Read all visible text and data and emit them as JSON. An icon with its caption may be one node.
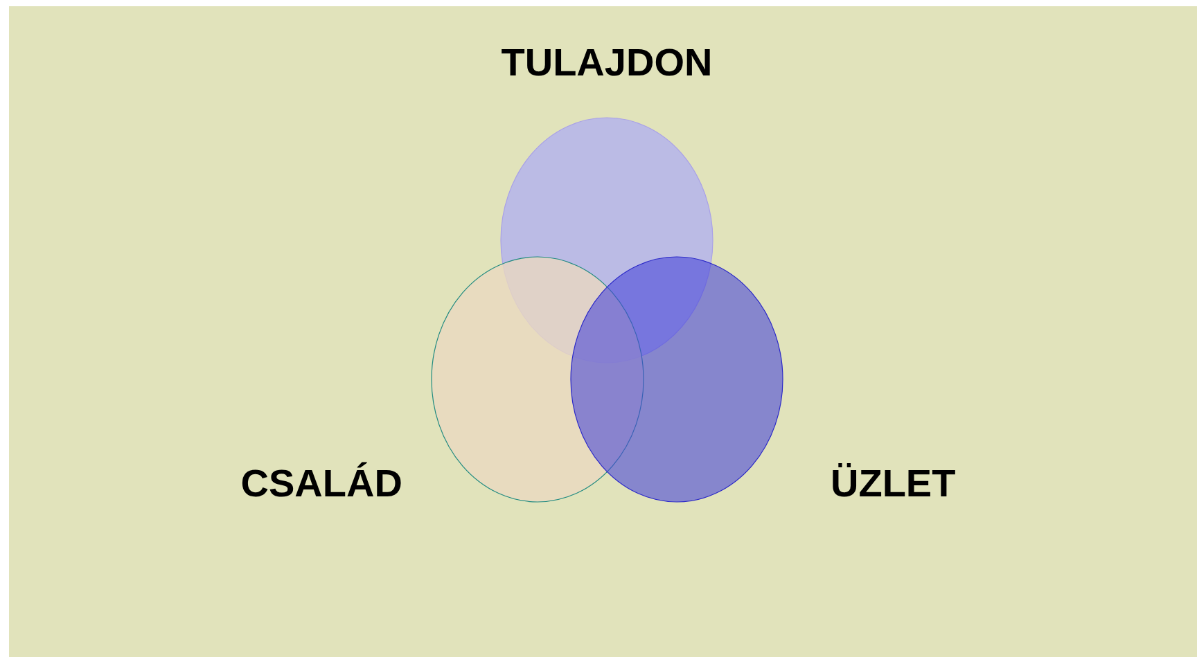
{
  "diagram": {
    "nodes": [
      {
        "text": [
          "TULAJDON"
        ]
      },
      {
        "text": [
          "CSALÁD"
        ]
      },
      {
        "text": [
          "ÜZLET"
        ]
      }
    ]
  }
}
